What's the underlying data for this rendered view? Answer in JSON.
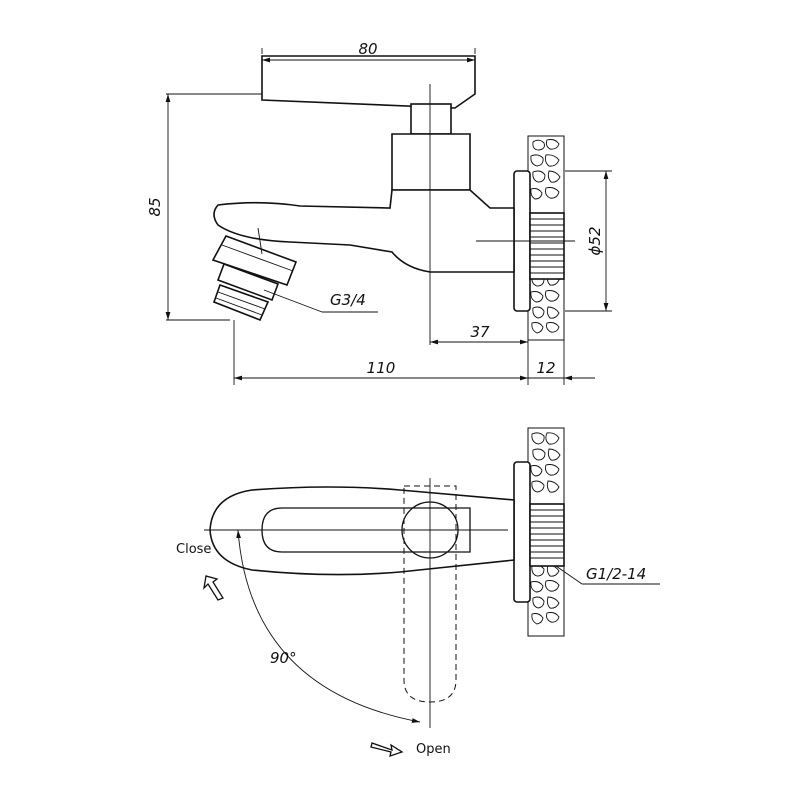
{
  "dimensions": {
    "width_top": "80",
    "height": "85",
    "diameter": "ϕ52",
    "thread_outlet": "G3/4",
    "depth": "37",
    "length": "110",
    "flange": "12",
    "thread_inlet": "G1/2-14"
  },
  "rotation": {
    "angle": "90°",
    "close_label": "Close",
    "open_label": "Open"
  }
}
